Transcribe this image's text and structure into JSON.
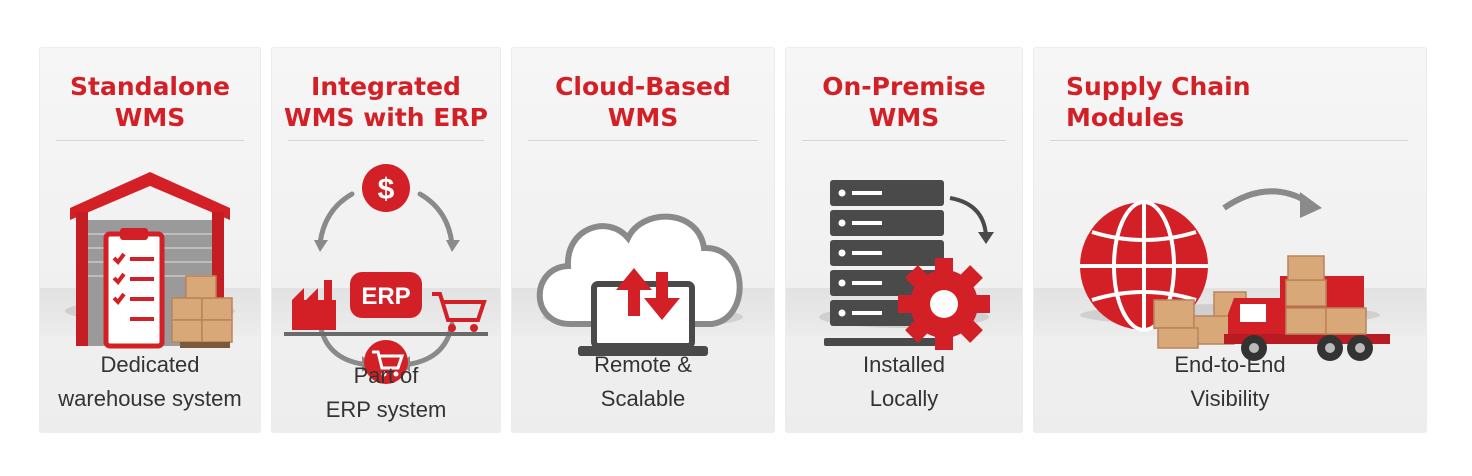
{
  "colors": {
    "accent": "#d32027",
    "dark": "#4a4a4a",
    "box": "#d9a878"
  },
  "cards": [
    {
      "title": "Standalone\nWMS",
      "caption": "Dedicated\nwarehouse system",
      "icon": "warehouse-icon"
    },
    {
      "title": "Integrated\nWMS with ERP",
      "caption": "Part of\nERP system",
      "icon": "erp-cycle-icon",
      "badge": "ERP",
      "dollar": "$"
    },
    {
      "title": "Cloud-Based\nWMS",
      "caption": "Remote &\nScalable",
      "icon": "cloud-laptop-icon"
    },
    {
      "title": "On-Premise\nWMS",
      "caption": "Installed\nLocally",
      "icon": "server-gear-icon"
    },
    {
      "title": "Supply Chain\nModules",
      "caption": "End-to-End\nVisibility",
      "icon": "globe-truck-icon"
    }
  ]
}
